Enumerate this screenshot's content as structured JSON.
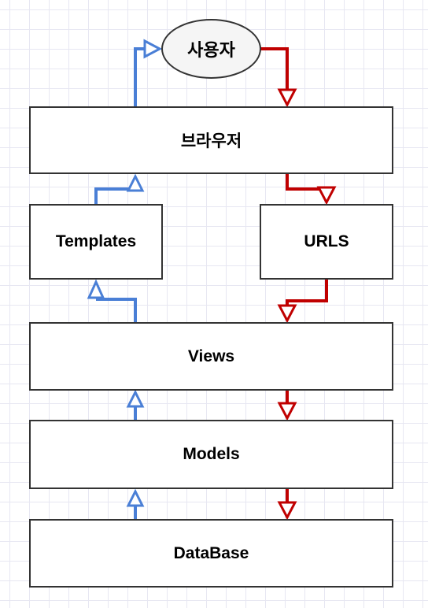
{
  "nodes": {
    "user": "사용자",
    "browser": "브라우저",
    "templates": "Templates",
    "urls": "URLS",
    "views": "Views",
    "models": "Models",
    "database": "DataBase"
  },
  "colors": {
    "request_flow": "#c00000",
    "response_flow": "#4a7fd6",
    "node_border": "#333333",
    "grid": "#e7e7f2"
  }
}
